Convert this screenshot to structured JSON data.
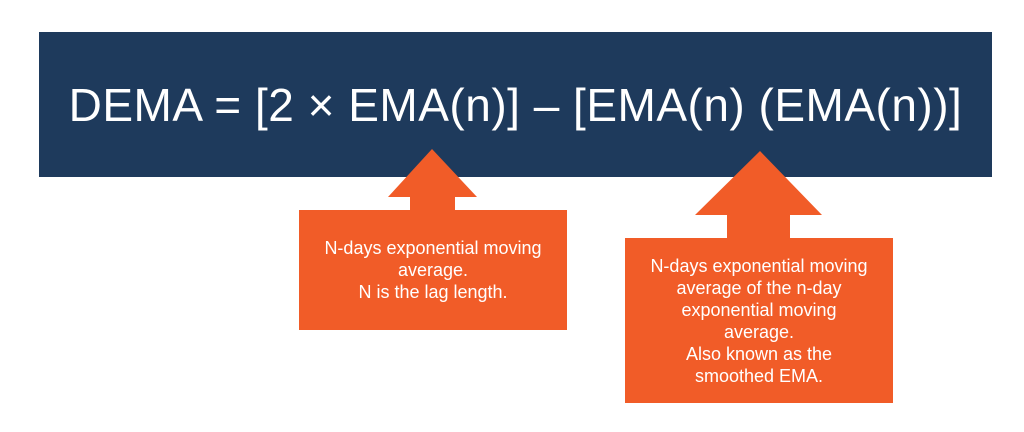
{
  "banner": {
    "formula": "DEMA = [2 × EMA(n)] – [EMA(n) (EMA(n))]"
  },
  "callouts": [
    {
      "id": "left",
      "text": "N-days exponential moving\naverage.\nN is the lag length."
    },
    {
      "id": "right",
      "text": "N-days exponential moving\naverage of the n-day\nexponential moving\naverage.\nAlso known as the\nsmoothed EMA."
    }
  ],
  "icons": [
    {
      "name": "up-arrow-icon-left"
    },
    {
      "name": "up-arrow-icon-right"
    }
  ],
  "colors": {
    "background": "#ffffff",
    "banner_navy": "#1e3a5c",
    "accent_orange": "#f15c28",
    "text_light": "#ffffff"
  }
}
